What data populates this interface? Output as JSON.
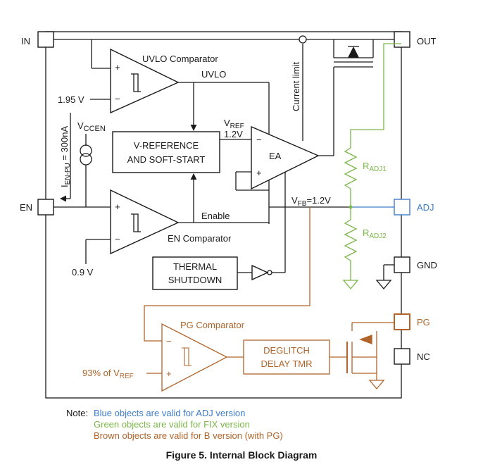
{
  "colors": {
    "adj": "#3d7cc9",
    "fix": "#7ab648",
    "pg": "#b0642a",
    "main": "#1a1a1a"
  },
  "pins": {
    "in": "IN",
    "out": "OUT",
    "en": "EN",
    "adj": "ADJ",
    "gnd": "GND",
    "pg": "PG",
    "nc": "NC"
  },
  "blocks": {
    "uvlo_comparator": "UVLO Comparator",
    "uvlo": "UVLO",
    "en_comparator": "EN Comparator",
    "enable": "Enable",
    "vref_line1": "V-REFERENCE",
    "vref_line2": "AND SOFT-START",
    "ea": "EA",
    "thermal_line1": "THERMAL",
    "thermal_line2": "SHUTDOWN",
    "pg_comparator": "PG Comparator",
    "deglitch_line1": "DEGLITCH",
    "deglitch_line2": "DELAY TMR",
    "current_limit": "Current limit"
  },
  "labels": {
    "v195": "1.95 V",
    "v09": "0.9 V",
    "vccen_main": "V",
    "vccen_sub": "CCEN",
    "ien_main": "I",
    "ien_sub": "EN-PU",
    "ien_rest": " = 300nA",
    "vref_main": "V",
    "vref_sub": "REF",
    "vref_val": "1.2V",
    "vfb_main": "V",
    "vfb_sub": "FB",
    "vfb_rest": "=1.2V",
    "radj1_main": "R",
    "radj1_sub": "ADJ1",
    "radj2_main": "R",
    "radj2_sub": "ADJ2",
    "pg_ref_main": "93% of V",
    "pg_ref_sub": "REF",
    "plus": "+",
    "minus": "−"
  },
  "note": {
    "prefix": "Note:",
    "blue": "Blue objects are valid for ADJ version",
    "green": "Green objects are valid for FIX version",
    "brown": "Brown objects are valid for B version (with PG)"
  },
  "caption": "Figure 5. Internal Block Diagram"
}
